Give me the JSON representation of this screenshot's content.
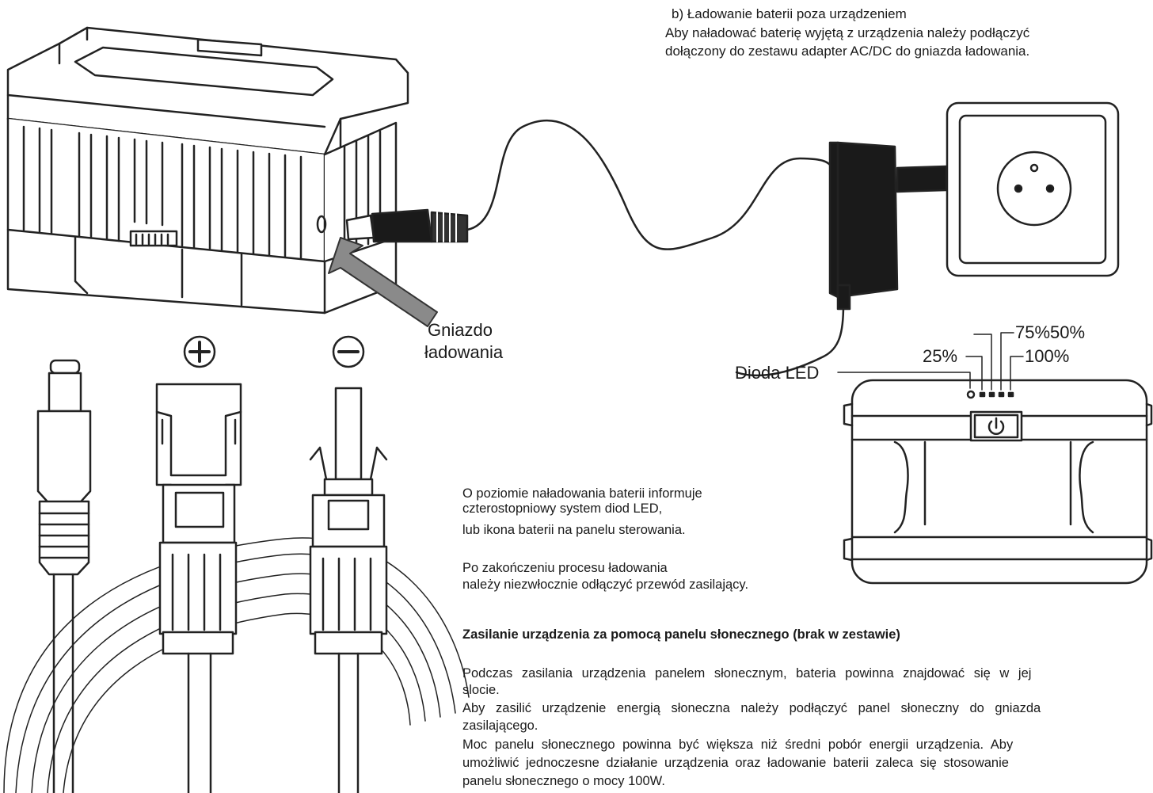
{
  "header": {
    "title": "b) Ładowanie baterii poza urządzeniem",
    "line1": "Aby naładować baterię wyjętą z urządzenia należy podłączyć",
    "line2": "dołączony do zestawu adapter AC/DC do gniazda ładowania."
  },
  "labels": {
    "socket_line1": "Gniazdo",
    "socket_line2": "ładowania",
    "led": "Dioda LED",
    "pct_75_50": "75%50%",
    "pct_25": "25%",
    "pct_100": "100%"
  },
  "info": {
    "p1_line1": "O poziomie naładowania baterii informuje",
    "p1_line2": "czterostopniowy system diod LED,",
    "p1_line3": "lub ikona baterii na panelu sterowania.",
    "p2_line1": "Po zakończeniu procesu ładowania",
    "p2_line2": "należy niezwłocznie odłączyć przewód zasilający."
  },
  "solar": {
    "heading": "Zasilanie urządzenia za pomocą panelu słonecznego (brak w zestawie)",
    "l1": "Podczas zasilania urządzenia panelem słonecznym, bateria powinna znajdować się w jej",
    "l2": "slocie.",
    "l3": "Aby zasilić urządzenie energią słoneczna należy podłączyć panel słoneczny do gniazda",
    "l4": "zasilającego.",
    "l5": "Moc panelu słonecznego powinna być większa niż średni pobór energii urządzenia. Aby",
    "l6": "umożliwić jednoczesne działanie urządzenia oraz ładowanie baterii zaleca się stosowanie",
    "l7": "panelu słonecznego o mocy 100W."
  }
}
